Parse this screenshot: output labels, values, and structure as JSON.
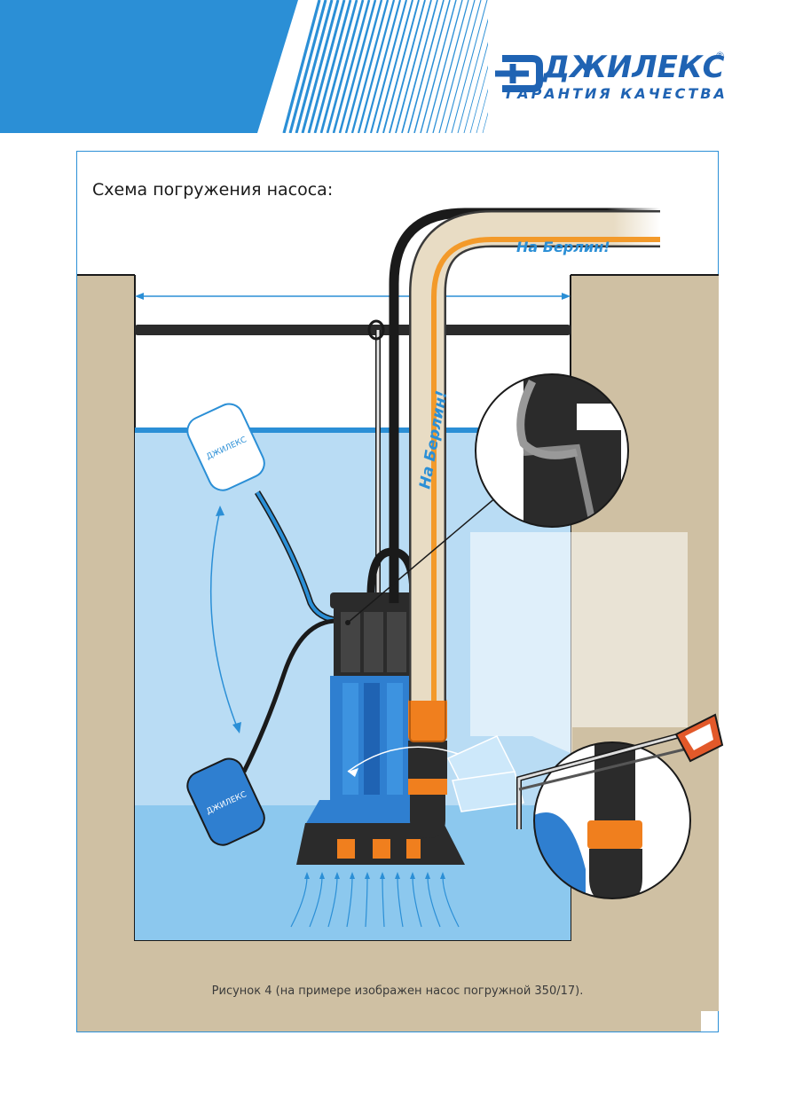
{
  "header": {
    "brand_name": "ДЖИЛЕКС",
    "brand_tagline": "ГАРАНТИЯ КАЧЕСТВА",
    "registered_mark": "®"
  },
  "figure": {
    "title": "Схема погружения насоса:",
    "hose_label": "На Берлин!",
    "float_brand": "ДЖИЛЕКС",
    "caption": "Рисунок 4 (на примере изображен насос погружной 350/17)."
  },
  "colors": {
    "brand_blue": "#1f63b3",
    "header_blue": "#2b8fd6",
    "water": "#b9dcf4",
    "water_deep": "#8cc8ee",
    "soil": "#cfc0a3",
    "pump_blue": "#2f7fd0",
    "hose_orange": "#f39a2a"
  },
  "icons": [
    "brand-logo-icon",
    "registered-icon",
    "float-switch-icon",
    "pump-icon",
    "hacksaw-icon",
    "flow-arrow-icon",
    "double-arrow-icon"
  ]
}
